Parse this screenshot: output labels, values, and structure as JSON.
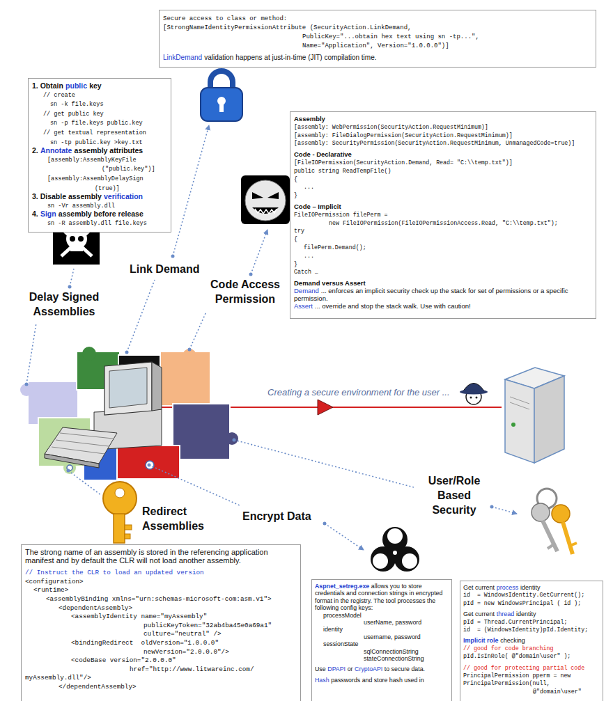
{
  "diagram": {
    "nodes": [
      {
        "text": [
          "Secure access to class or method:",
          "[StrongNameIdentityPermissionAttribute (SecurityAction.LinkDemand,",
          "PublicKey=\"...obtain hex text using sn -tp...\",",
          "Name=\"Application\", Version=\"1.0.0.0\")]",
          "LinkDemand",
          "validation happens at just-in-time (JIT) compilation time."
        ]
      },
      {
        "text": [
          "1. Obtain",
          "public",
          "key",
          "// create",
          "sn -k file.keys",
          "// get public key",
          "sn -p file.keys public.key",
          "// get textual representation",
          "sn -tp public.key >key.txt",
          "2.",
          "Annotate",
          "assembly attributes",
          "[assembly:AssemblyKeyFile",
          "(\"public.key\")]",
          "[assembly:AssemblyDelaySign",
          "(true)]",
          "3. Disable assembly",
          "verification",
          "sn -Vr assembly.dll",
          "4.",
          "Sign",
          "assembly before release",
          "sn -R assembly.dll file.keys"
        ]
      },
      {
        "text": [
          "Assembly",
          "[assembly: WebPermission(SecurityAction.RequestMinimum)]",
          "[assembly: FileDialogPermission(SecurityAction.RequestMinimum)]",
          "[assembly: SecurityPermission(SecurityAction.RequestMinimum, UnmanagedCode=true)]",
          "Code - Declarative",
          "[FileIOPermission(SecurityAction.Demand, Read= \"C:\\\\temp.txt\")]",
          "public string ReadTempFile()",
          "{",
          "...",
          "}",
          "Code – Implicit",
          "FileIOPermission filePerm =",
          "new FileIOPermission(FileIOPermissionAccess.Read, \"C:\\\\temp.txt\");",
          "try",
          "{",
          "filePerm.Demand();",
          "...",
          "}",
          "Catch …",
          "Demand versus Assert",
          "Demand",
          "... enforces an implicit security check up the stack for set of permissions or a specific permission.",
          "Assert",
          "... override and stop the stack walk. Use with caution!"
        ]
      },
      {
        "text": [
          "The strong name of an assembly is stored in the referencing application manifest and by default the CLR will not load another assembly.",
          "// Instruct the CLR to load an updated version",
          "<configuration>",
          "<runtime>",
          "<assemblyBinding xmlns=\"urn:schemas-microsoft-com:asm.v1\">",
          "<dependentAssembly>",
          "<assemblyIdentity name=\"myAssembly\"",
          "publicKeyToken=\"32ab4ba45e0a69a1\"",
          "culture=\"neutral\" />",
          "<bindingRedirect  oldVersion=\"1.0.0.0\"",
          "newVersion=\"2.0.0.0\"/>",
          "<codeBase version=\"2.0.0.0\"",
          "href=\"http://www.litwareinc.com/",
          "myAssembly.dll\"/>",
          "</dependentAssembly>"
        ]
      },
      {
        "text": [
          "Aspnet_setreg.exe",
          "allows you to store credentials and connection strings in encrypted format in the registry. The tool processes the following config keys:",
          "processModel",
          "userName, password",
          "identity",
          "username, password",
          "sessionState",
          "sqlConnectionString",
          "stateConnectionString",
          "Use",
          "DPAPI",
          "or",
          "CryptoAPI",
          "to secure data.",
          "Hash",
          "passwords and store hash used in"
        ]
      },
      {
        "text": [
          "Get current",
          "process",
          "identity",
          "id  = WindowsIdentity.GetCurrent();",
          "pId = new WindowsPrincipal ( id );",
          "Get current",
          "thread",
          "identity",
          "pId = Thread.CurrentPrincipal;",
          "id  = (WindowsIdentity)pId.Identity;",
          "Implicit role",
          "checking",
          "// good for code branching",
          "pId.IsInRole( @\"domain\\user\" );",
          "// good for protecting partial code",
          "PrincipalPermission pperm = new",
          "PrincipalPermission(null,",
          "@\"domain\\user\""
        ]
      }
    ],
    "labels": [
      "Link Demand",
      "Delay Signed Assemblies",
      "Code Access Permission",
      "Creating a secure environment for the user ...",
      "Redirect Assemblies",
      "Encrypt Data",
      "User/Role Based Security"
    ]
  }
}
